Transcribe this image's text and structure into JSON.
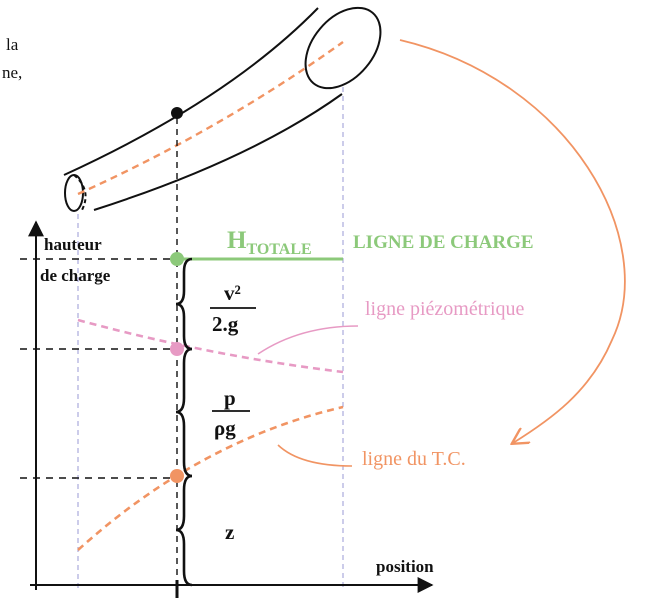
{
  "fragment": {
    "line1": "la",
    "line2": "ne,"
  },
  "axis": {
    "y_label_line1": "hauteur",
    "y_label_line2": "de charge",
    "x_label": "position"
  },
  "labels": {
    "h_main": "H",
    "h_sub": "TOTALE",
    "ligne_charge": "LIGNE DE CHARGE",
    "ligne_piezo": "ligne piézométrique",
    "ligne_tc": "ligne du T.C."
  },
  "terms": {
    "velocity_num": "v²",
    "velocity_den": "2.g",
    "pressure_num": "p",
    "pressure_den": "ρg",
    "elevation": "z"
  },
  "colors": {
    "green": "#8cc97a",
    "pink": "#e79ac4",
    "orange": "#f19463",
    "guide_blue": "#9a9ad6",
    "black": "#111111"
  }
}
